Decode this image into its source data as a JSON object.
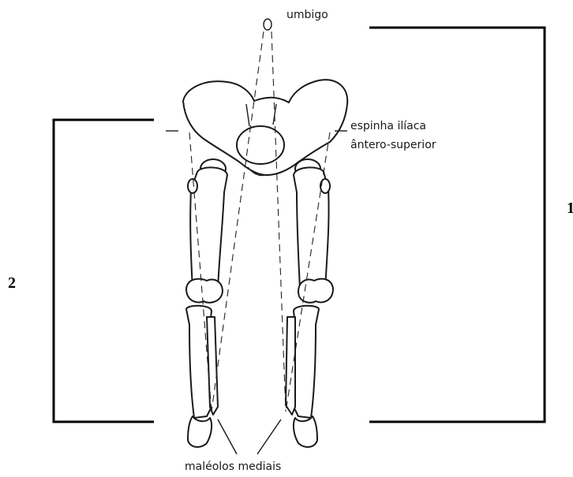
{
  "labels": {
    "umbigo": "umbigo",
    "espinha_line1": "espinha ilíaca",
    "espinha_line2": "ântero-superior",
    "maleolos": "maléolos mediais"
  },
  "brackets": {
    "right_number": "1",
    "left_number": "2"
  }
}
